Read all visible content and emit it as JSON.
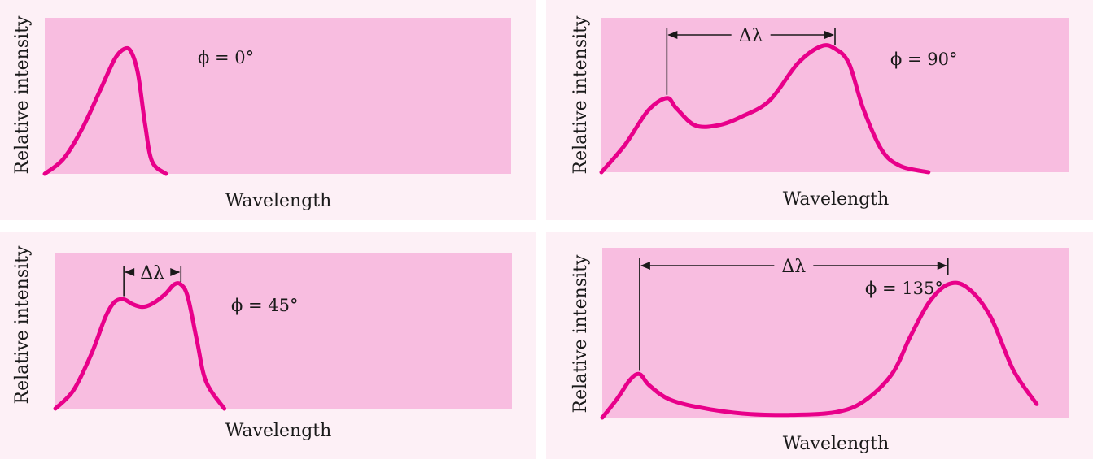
{
  "chart_data": [
    {
      "type": "line",
      "xlabel": "Wavelength",
      "ylabel": "Relative intensity",
      "annotation": "ϕ = 0°",
      "delta_label": "",
      "series": [
        {
          "x": [
            0,
            0.04,
            0.08,
            0.12,
            0.15,
            0.17,
            0.185,
            0.2,
            0.215,
            0.23,
            0.26
          ],
          "y": [
            0,
            0.12,
            0.36,
            0.68,
            0.92,
            1.0,
            0.98,
            0.8,
            0.4,
            0.1,
            0
          ]
        }
      ],
      "xlim": [
        0,
        1
      ],
      "ylim": [
        0,
        1.25
      ]
    },
    {
      "type": "line",
      "xlabel": "Wavelength",
      "ylabel": "Relative intensity",
      "annotation": "ϕ = 90°",
      "delta_label": "Δλ",
      "delta_markers": [
        0.14,
        0.5
      ],
      "series": [
        {
          "x": [
            0,
            0.05,
            0.1,
            0.14,
            0.16,
            0.2,
            0.25,
            0.3,
            0.36,
            0.42,
            0.47,
            0.5,
            0.53,
            0.56,
            0.6,
            0.64,
            0.7
          ],
          "y": [
            0,
            0.22,
            0.5,
            0.6,
            0.52,
            0.38,
            0.38,
            0.45,
            0.58,
            0.88,
            1.02,
            1.0,
            0.88,
            0.52,
            0.18,
            0.05,
            0
          ]
        }
      ],
      "xlim": [
        0,
        1
      ],
      "ylim": [
        0,
        1.25
      ]
    },
    {
      "type": "line",
      "xlabel": "Wavelength",
      "ylabel": "Relative intensity",
      "annotation": "ϕ = 45°",
      "delta_label": "Δλ",
      "delta_markers": [
        0.15,
        0.275
      ],
      "series": [
        {
          "x": [
            0,
            0.04,
            0.08,
            0.11,
            0.13,
            0.15,
            0.17,
            0.19,
            0.21,
            0.24,
            0.26,
            0.275,
            0.29,
            0.31,
            0.33,
            0.37
          ],
          "y": [
            0,
            0.15,
            0.45,
            0.74,
            0.86,
            0.88,
            0.84,
            0.82,
            0.84,
            0.92,
            1.0,
            1.0,
            0.9,
            0.55,
            0.22,
            0
          ]
        }
      ],
      "xlim": [
        0,
        1
      ],
      "ylim": [
        0,
        1.25
      ]
    },
    {
      "type": "line",
      "xlabel": "Wavelength",
      "ylabel": "Relative intensity",
      "annotation": "ϕ = 135°",
      "delta_label": "Δλ",
      "delta_markers": [
        0.08,
        0.74
      ],
      "series": [
        {
          "x": [
            0,
            0.03,
            0.06,
            0.08,
            0.1,
            0.14,
            0.2,
            0.3,
            0.4,
            0.5,
            0.56,
            0.62,
            0.66,
            0.7,
            0.74,
            0.78,
            0.83,
            0.88,
            0.93
          ],
          "y": [
            0,
            0.13,
            0.28,
            0.32,
            0.24,
            0.14,
            0.08,
            0.03,
            0.02,
            0.04,
            0.12,
            0.32,
            0.6,
            0.85,
            0.98,
            0.96,
            0.75,
            0.35,
            0.1
          ]
        }
      ],
      "xlim": [
        0,
        1
      ],
      "ylim": [
        0,
        1.25
      ]
    }
  ]
}
